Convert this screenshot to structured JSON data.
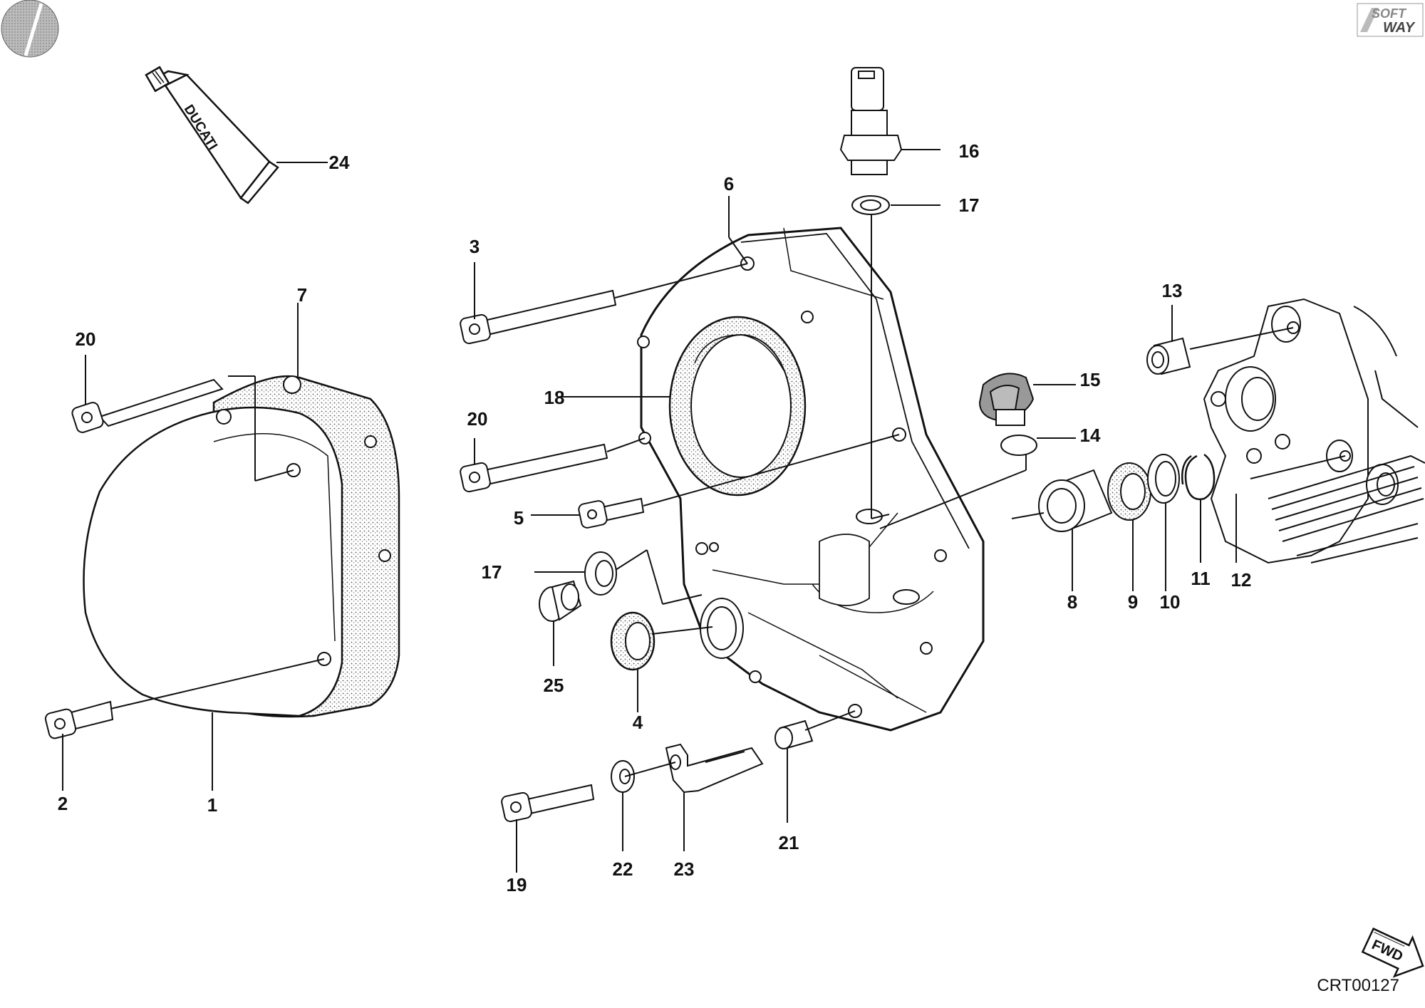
{
  "diagram": {
    "brand_tube_text": "DUCATI",
    "logo_top_text": "SOFT",
    "logo_bottom_text": "WAY",
    "direction_badge": "FWD",
    "drawing_code": "CRT00127"
  },
  "callouts": [
    {
      "id": "c1",
      "label": "1"
    },
    {
      "id": "c2",
      "label": "2"
    },
    {
      "id": "c3",
      "label": "3"
    },
    {
      "id": "c4",
      "label": "4"
    },
    {
      "id": "c5",
      "label": "5"
    },
    {
      "id": "c6",
      "label": "6"
    },
    {
      "id": "c7",
      "label": "7"
    },
    {
      "id": "c8",
      "label": "8"
    },
    {
      "id": "c9",
      "label": "9"
    },
    {
      "id": "c10",
      "label": "10"
    },
    {
      "id": "c11",
      "label": "11"
    },
    {
      "id": "c12",
      "label": "12"
    },
    {
      "id": "c13",
      "label": "13"
    },
    {
      "id": "c14",
      "label": "14"
    },
    {
      "id": "c15",
      "label": "15"
    },
    {
      "id": "c16",
      "label": "16"
    },
    {
      "id": "c17a",
      "label": "17"
    },
    {
      "id": "c17b",
      "label": "17"
    },
    {
      "id": "c18",
      "label": "18"
    },
    {
      "id": "c19",
      "label": "19"
    },
    {
      "id": "c20a",
      "label": "20"
    },
    {
      "id": "c20b",
      "label": "20"
    },
    {
      "id": "c21",
      "label": "21"
    },
    {
      "id": "c22",
      "label": "22"
    },
    {
      "id": "c23",
      "label": "23"
    },
    {
      "id": "c24",
      "label": "24"
    },
    {
      "id": "c25",
      "label": "25"
    }
  ]
}
